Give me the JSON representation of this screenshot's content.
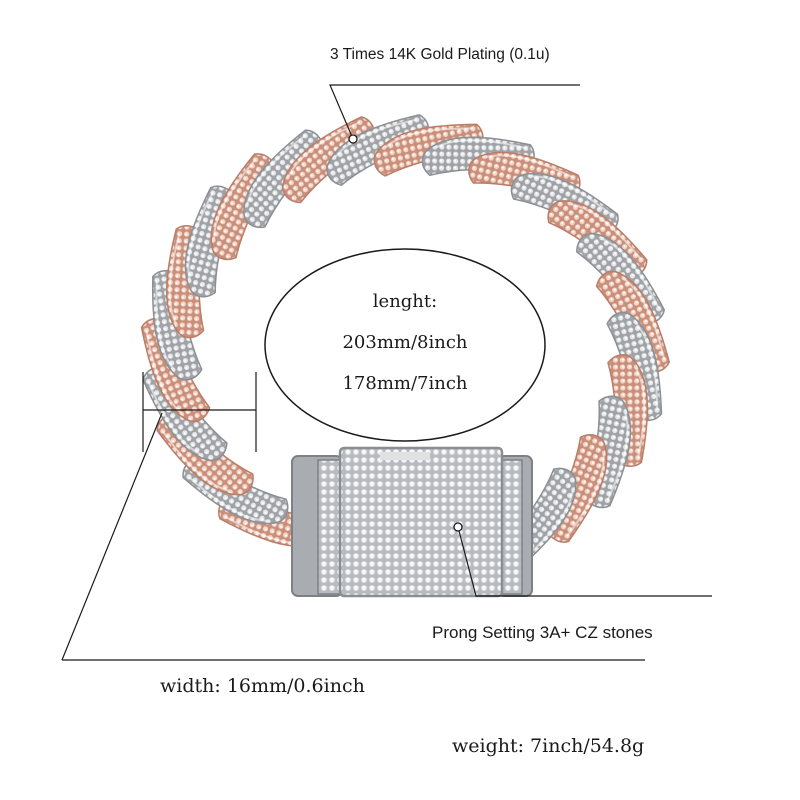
{
  "annotations": {
    "plating": "3 Times 14K Gold Plating (0.1u)",
    "length_heading": "lenght:",
    "length_8": "203mm/8inch",
    "length_7": "178mm/7inch",
    "setting": "Prong Setting 3A+ CZ stones",
    "width": "width: 16mm/0.6inch",
    "weight": "weight: 7inch/54.8g"
  },
  "product": {
    "name": "cuban-link-bracelet",
    "metal_colors": {
      "rose_gold": "#d9a48f",
      "silver": "#c7c9cc"
    },
    "link_count": 24
  }
}
